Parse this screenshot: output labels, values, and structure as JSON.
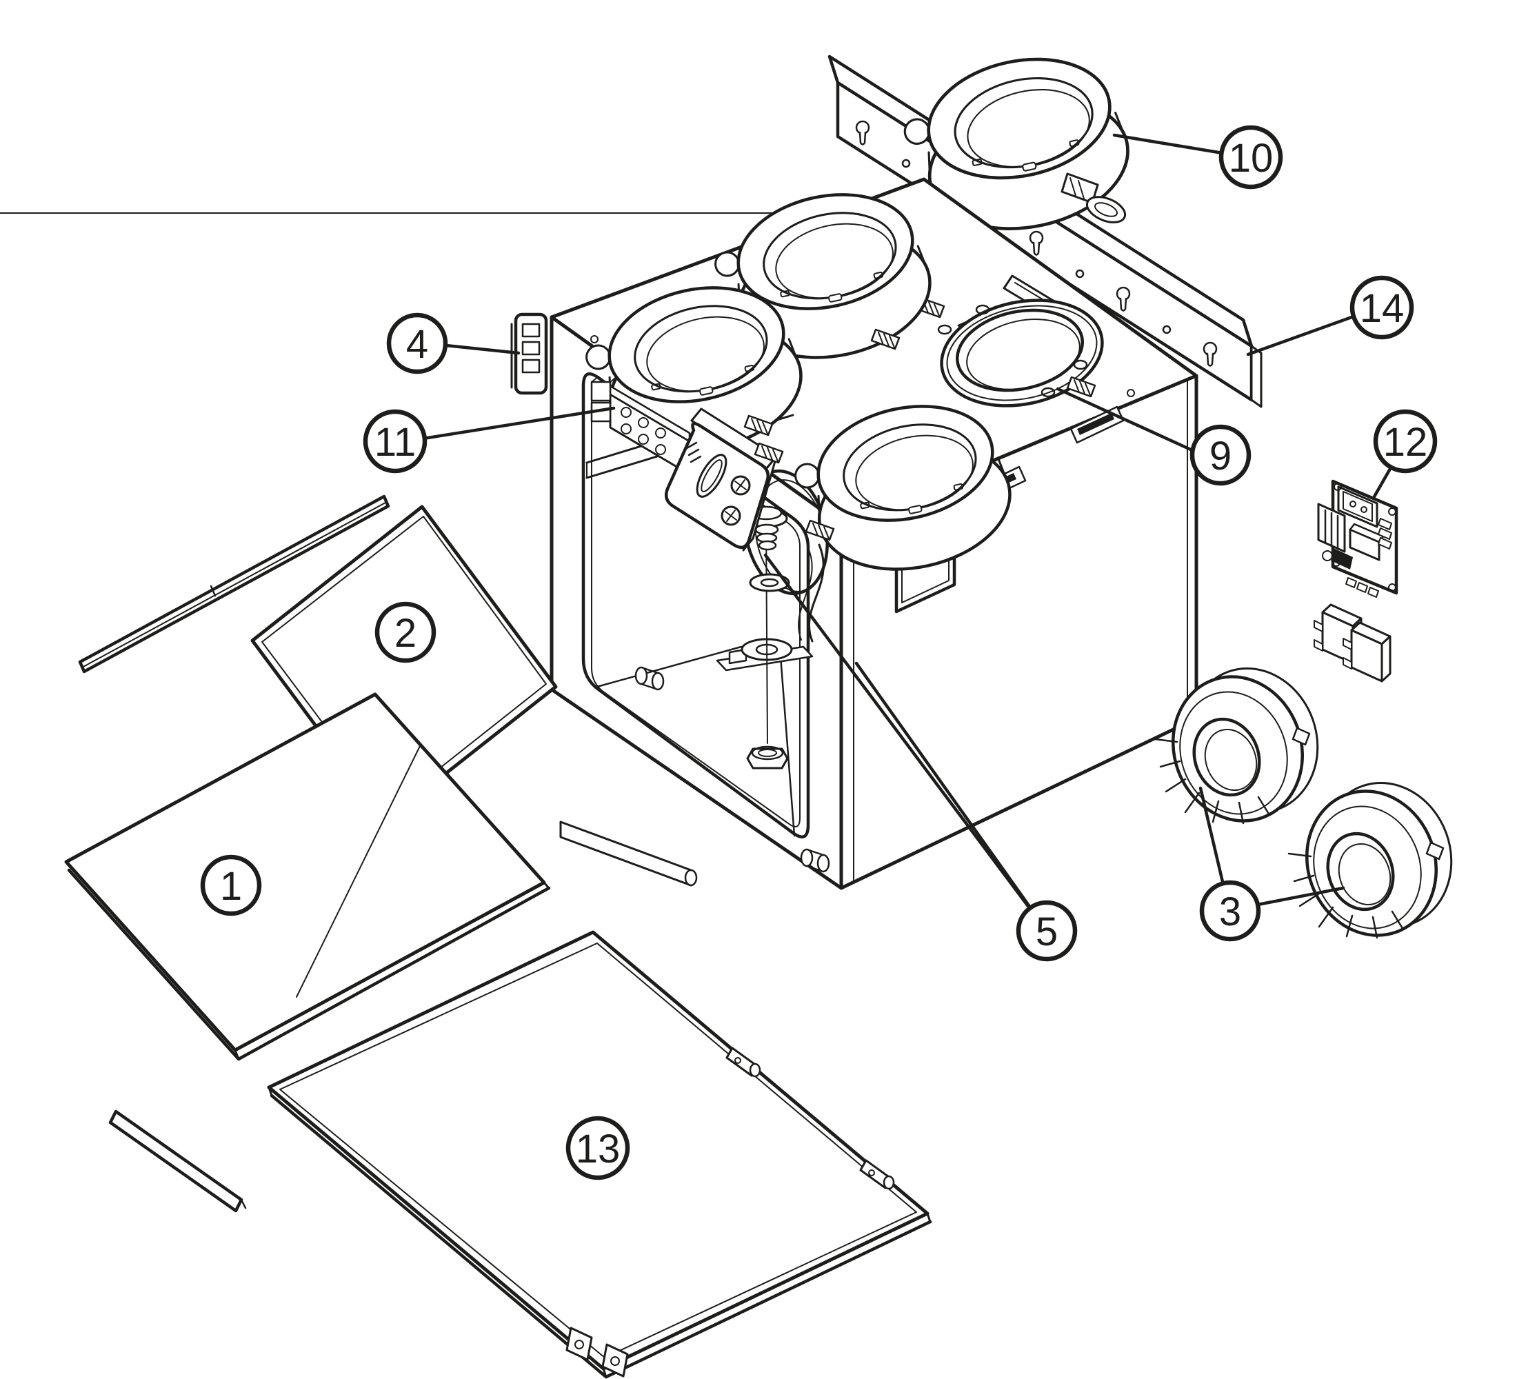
{
  "diagram": {
    "type": "exploded-parts-diagram",
    "subject": "heat-recovery-ventilator-unit",
    "background_color": "#ffffff",
    "line_color": "#1d1d1b"
  },
  "callouts": [
    {
      "id": "1",
      "label": "1"
    },
    {
      "id": "2",
      "label": "2"
    },
    {
      "id": "3",
      "label": "3"
    },
    {
      "id": "4",
      "label": "4"
    },
    {
      "id": "5",
      "label": "5"
    },
    {
      "id": "9",
      "label": "9"
    },
    {
      "id": "10",
      "label": "10"
    },
    {
      "id": "11",
      "label": "11"
    },
    {
      "id": "12",
      "label": "12"
    },
    {
      "id": "13",
      "label": "13"
    },
    {
      "id": "14",
      "label": "14"
    }
  ]
}
